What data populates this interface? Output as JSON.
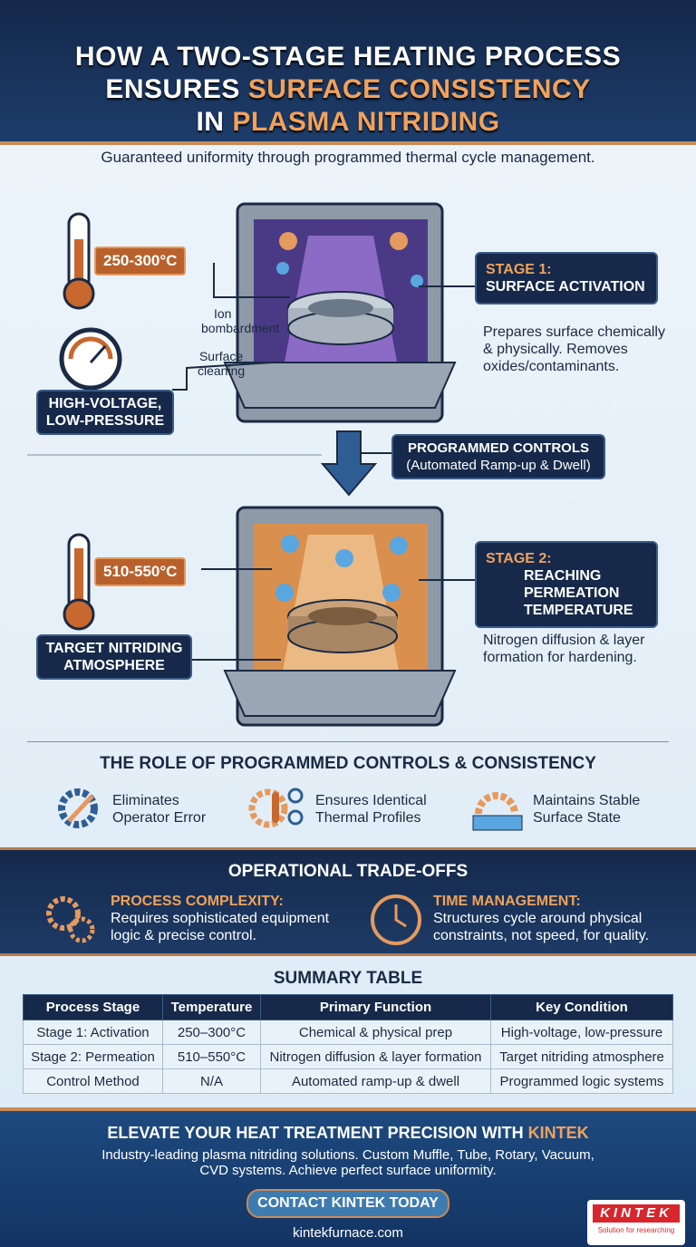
{
  "header": {
    "title_line1": "HOW A TWO-STAGE HEATING PROCESS",
    "title_line2_a": "ENSURES ",
    "title_line2_b": "SURFACE CONSISTENCY",
    "title_line3_a": "IN ",
    "title_line3_b": "PLASMA NITRIDING",
    "subtitle": "Guaranteed uniformity through programmed thermal cycle management."
  },
  "stage1": {
    "temperature": "250-300°C",
    "condition": [
      "HIGH-VOLTAGE,",
      "LOW-PRESSURE"
    ],
    "ion_label": [
      "Ion",
      "bombardment"
    ],
    "clean_label": [
      "Surface",
      "cleaning"
    ],
    "title": "STAGE 1:",
    "subtitle": "SURFACE ACTIVATION",
    "description": [
      "Prepares surface chemically",
      "& physically. Removes",
      "oxides/contaminants."
    ]
  },
  "controls": {
    "title": "PROGRAMMED CONTROLS",
    "subtitle": "(Automated Ramp-up & Dwell)"
  },
  "stage2": {
    "temperature": "510-550°C",
    "condition": [
      "TARGET NITRIDING",
      "ATMOSPHERE"
    ],
    "title": "STAGE 2:",
    "subtitle": [
      "REACHING",
      "PERMEATION",
      "TEMPERATURE"
    ],
    "description": [
      "Nitrogen diffusion & layer",
      "formation for hardening."
    ]
  },
  "role": {
    "title": "THE ROLE OF PROGRAMMED CONTROLS & CONSISTENCY",
    "items": [
      {
        "icon": "gear-wrench-icon",
        "text": [
          "Eliminates",
          "Operator Error"
        ]
      },
      {
        "icon": "gear-thermometer-icon",
        "text": [
          "Ensures Identical",
          "Thermal Profiles"
        ]
      },
      {
        "icon": "gear-wave-icon",
        "text": [
          "Maintains Stable",
          "Surface State"
        ]
      }
    ]
  },
  "tradeoffs": {
    "title": "OPERATIONAL TRADE-OFFS",
    "items": [
      {
        "icon": "gears-icon",
        "title": "PROCESS COMPLEXITY:",
        "text": [
          "Requires sophisticated equipment",
          "logic & precise control."
        ]
      },
      {
        "icon": "clock-icon",
        "title": "TIME MANAGEMENT:",
        "text": [
          "Structures cycle around physical",
          "constraints, not speed, for quality."
        ]
      }
    ]
  },
  "summary": {
    "title": "SUMMARY TABLE",
    "headers": [
      "Process Stage",
      "Temperature",
      "Primary Function",
      "Key Condition"
    ],
    "rows": [
      [
        "Stage 1: Activation",
        "250–300°C",
        "Chemical & physical prep",
        "High-voltage, low-pressure"
      ],
      [
        "Stage 2: Permeation",
        "510–550°C",
        "Nitrogen diffusion & layer formation",
        "Target nitriding atmosphere"
      ],
      [
        "Control Method",
        "N/A",
        "Automated ramp-up & dwell",
        "Programmed logic systems"
      ]
    ]
  },
  "footer": {
    "title_a": "ELEVATE YOUR HEAT TREATMENT PRECISION WITH ",
    "title_b": "KINTEK",
    "text_line1": "Industry-leading plasma nitriding solutions. Custom Muffle, Tube, Rotary, Vacuum,",
    "text_line2": "CVD systems. Achieve perfect surface uniformity.",
    "cta": "CONTACT KINTEK TODAY",
    "url": "kintekfurnace.com",
    "logo": "KINTEK",
    "logo_tagline": "Solution for researching"
  },
  "colors": {
    "navy": "#16294a",
    "accent_orange": "#f0a25c",
    "copper": "#c98a55"
  }
}
